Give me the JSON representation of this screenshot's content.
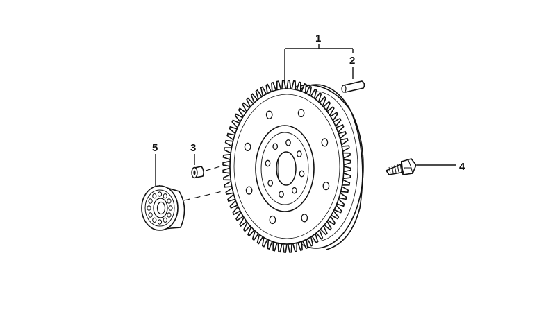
{
  "diagram": {
    "callouts": [
      {
        "id": "1",
        "label": "1",
        "part": "flywheel"
      },
      {
        "id": "2",
        "label": "2",
        "part": "dowel-pin"
      },
      {
        "id": "3",
        "label": "3",
        "part": "bushing"
      },
      {
        "id": "4",
        "label": "4",
        "part": "bolt"
      },
      {
        "id": "5",
        "label": "5",
        "part": "ball-bearing"
      }
    ],
    "flywheel": {
      "ring_gear_teeth": 72,
      "bolt_holes_inner": 8,
      "bolt_holes_outer": 8
    },
    "colors": {
      "line": "#111111",
      "background": "#ffffff"
    }
  }
}
